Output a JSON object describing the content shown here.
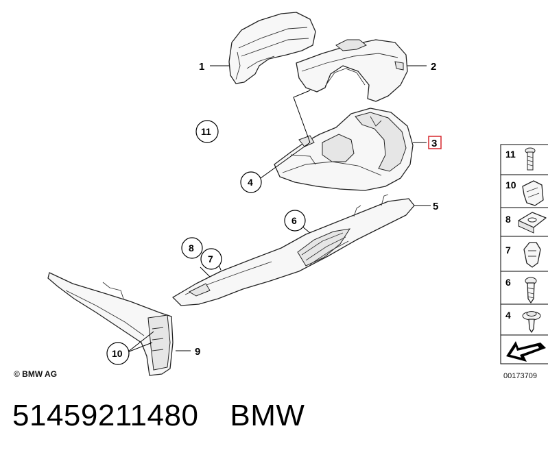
{
  "callouts": [
    "1",
    "2",
    "3",
    "4",
    "5",
    "6",
    "7",
    "8",
    "9",
    "10",
    "11"
  ],
  "legend": [
    "11",
    "10",
    "8",
    "7",
    "6",
    "4"
  ],
  "copyright": "© BMW AG",
  "diagram_code": "00173709",
  "part_number": "51459211480",
  "brand": "BMW",
  "colors": {
    "highlight": "#d6262c",
    "ink": "#000000"
  }
}
